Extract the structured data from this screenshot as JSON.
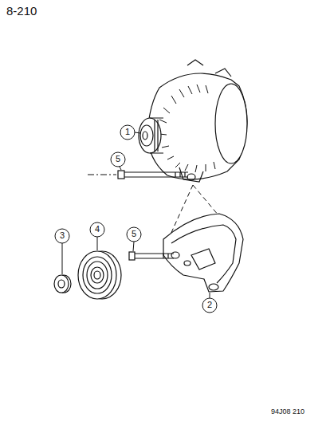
{
  "diagram": {
    "labels": [
      "8-210",
      "1",
      "5",
      "3",
      "4",
      "5",
      "2",
      "94J08 210"
    ]
  }
}
